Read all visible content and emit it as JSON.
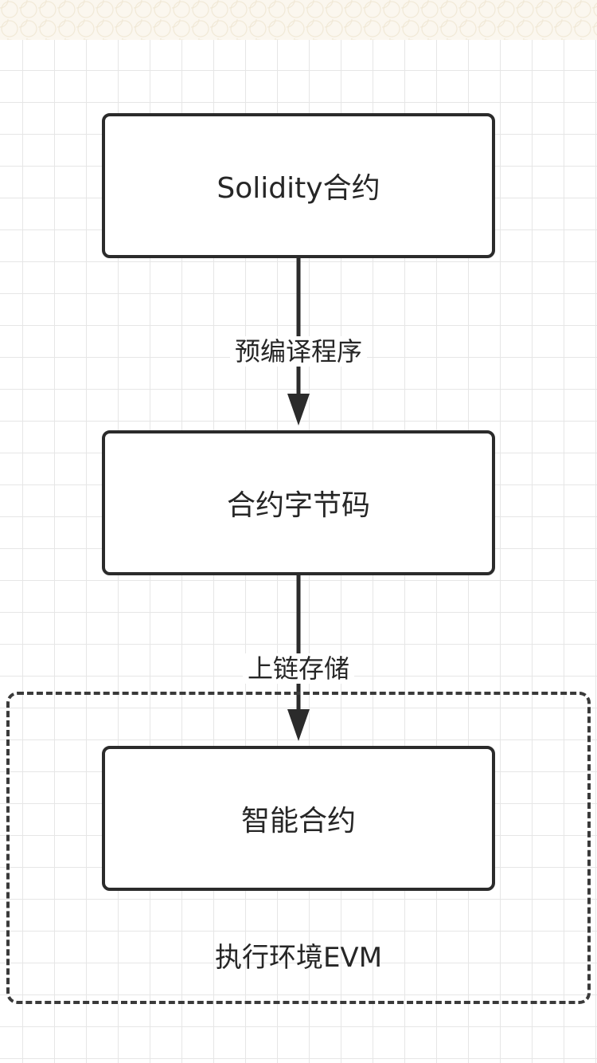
{
  "diagram": {
    "nodes": [
      {
        "id": "source",
        "label": "Solidity合约"
      },
      {
        "id": "bytecode",
        "label": "合约字节码"
      },
      {
        "id": "smart-contract",
        "label": "智能合约"
      }
    ],
    "edges": [
      {
        "from": "source",
        "to": "bytecode",
        "label": "预编译程序"
      },
      {
        "from": "bytecode",
        "to": "smart-contract",
        "label": "上链存储"
      }
    ],
    "container": {
      "label": "执行环境EVM",
      "contains": [
        "smart-contract"
      ]
    }
  }
}
